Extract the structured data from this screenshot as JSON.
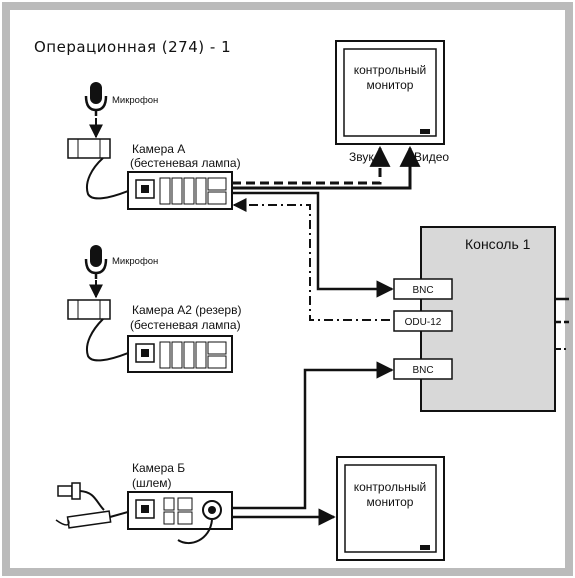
{
  "title": "Операционная (274) - 1",
  "microphones": [
    {
      "label": "Микрофон"
    },
    {
      "label": "Микрофон"
    }
  ],
  "cameras": [
    {
      "name": "Камера A",
      "subtitle": "(бестеневая лампа)"
    },
    {
      "name": "Камера A2 (резерв)",
      "subtitle": "(бестеневая лампа)"
    },
    {
      "name": "Камера Б",
      "subtitle": "(шлем)"
    }
  ],
  "monitors": [
    {
      "line1": "контрольный",
      "line2": "монитор"
    },
    {
      "line1": "контрольный",
      "line2": "монитор"
    }
  ],
  "signals": {
    "audio": "Звук",
    "video": "Видео"
  },
  "console": {
    "title": "Консоль 1",
    "ports": [
      "BNC",
      "ODU-12",
      "BNC"
    ]
  },
  "colors": {
    "border": "#bbbbbb",
    "console_fill": "#d8d8d8",
    "line": "#111111"
  }
}
